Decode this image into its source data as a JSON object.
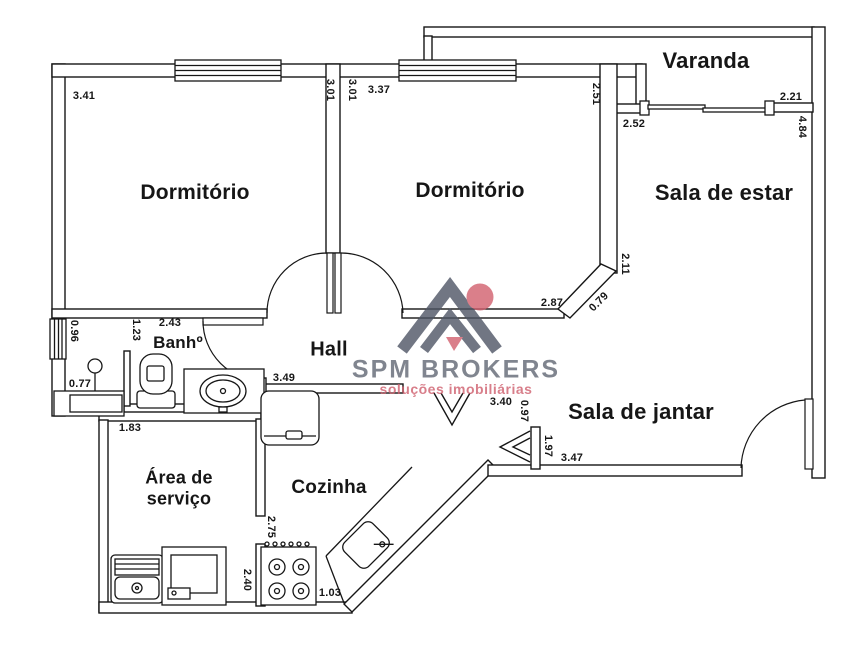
{
  "watermark": {
    "title": "SPM BROKERS",
    "subtitle": "soluções imobiliárias",
    "title_color": "#6b707c",
    "subtitle_color": "#cf5f6d",
    "icon_color": "#4e5565",
    "icon_accent_color": "#d2606e"
  },
  "rooms": [
    {
      "id": "dormitorio-1",
      "label": "Dormitório"
    },
    {
      "id": "dormitorio-2",
      "label": "Dormitório"
    },
    {
      "id": "varanda",
      "label": "Varanda"
    },
    {
      "id": "sala-de-estar",
      "label": "Sala de estar"
    },
    {
      "id": "sala-de-jantar",
      "label": "Sala de jantar"
    },
    {
      "id": "hall",
      "label": "Hall"
    },
    {
      "id": "banheiro",
      "label": "Banhº"
    },
    {
      "id": "area-de-servico",
      "label": "Área de serviço"
    },
    {
      "id": "cozinha",
      "label": "Cozinha"
    }
  ],
  "dims": [
    {
      "id": "dorm1-width",
      "value": "3.41"
    },
    {
      "id": "dorm1-height",
      "value": "3.01"
    },
    {
      "id": "dorm2-height",
      "value": "3.01"
    },
    {
      "id": "dorm2-width",
      "value": "3.37"
    },
    {
      "id": "dorm2-right",
      "value": "2.51"
    },
    {
      "id": "varanda-window",
      "value": "2.21"
    },
    {
      "id": "sala-estar-top",
      "value": "2.52"
    },
    {
      "id": "sala-right",
      "value": "4.84"
    },
    {
      "id": "sala-left",
      "value": "2.11"
    },
    {
      "id": "corner-diagonal",
      "value": "0.79"
    },
    {
      "id": "dorm2-bottom",
      "value": "2.87"
    },
    {
      "id": "banheiro-width",
      "value": "2.43"
    },
    {
      "id": "banheiro-left",
      "value": "1.23"
    },
    {
      "id": "banheiro-window",
      "value": "0.96"
    },
    {
      "id": "box-chuveiro",
      "value": "0.77"
    },
    {
      "id": "hall-wall",
      "value": "3.49"
    },
    {
      "id": "servico-width",
      "value": "1.83"
    },
    {
      "id": "servico-cozinha",
      "value": "2.75"
    },
    {
      "id": "cozinha-left",
      "value": "2.40"
    },
    {
      "id": "fogao-width",
      "value": "1.03"
    },
    {
      "id": "passagem-top",
      "value": "3.40"
    },
    {
      "id": "passagem-side",
      "value": "0.97"
    },
    {
      "id": "jantar-left",
      "value": "1.97"
    },
    {
      "id": "jantar-bottom",
      "value": "3.47"
    }
  ]
}
